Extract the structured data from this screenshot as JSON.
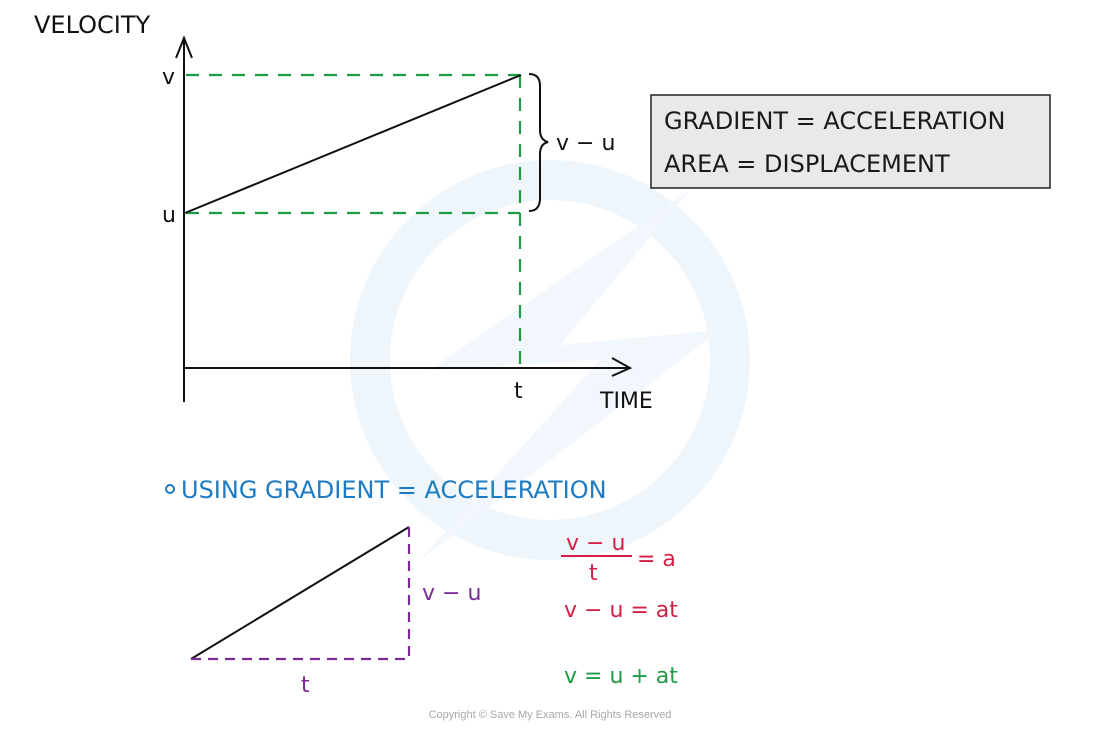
{
  "colors": {
    "ink": "#111111",
    "guide_green": "#1e9b45",
    "heading_blue": "#1d7bc4",
    "triangle_purple": "#7b2a96",
    "equation_red": "#d41f45",
    "equation_green": "#1e9b45",
    "box_fill": "#e9e9e9",
    "watermark": "#eaf4fb"
  },
  "graph": {
    "y_axis_label": "VELOCITY",
    "x_axis_label": "TIME",
    "y_tick_v": "v",
    "y_tick_u": "u",
    "x_tick_t": "t",
    "brace_label": "v − u"
  },
  "info_box": {
    "line1": "GRADIENT = ACCELERATION",
    "line2": "AREA = DISPLACEMENT"
  },
  "derivation": {
    "heading": "USING  GRADIENT = ACCELERATION",
    "triangle_vertical_label": "v − u",
    "triangle_horizontal_label": "t",
    "eq1_numerator": "v − u",
    "eq1_denominator": "t",
    "eq1_rhs": "= a",
    "eq2": "v − u = at",
    "eq3": "v = u + at"
  },
  "footer": {
    "copyright": "Copyright © Save My Exams. All Rights Reserved"
  }
}
